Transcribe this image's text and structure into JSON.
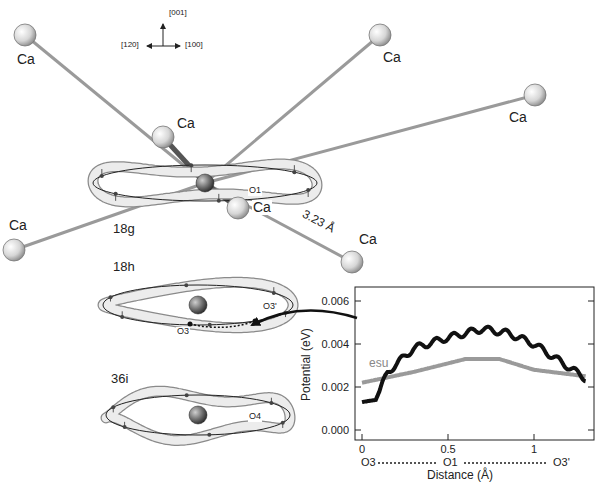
{
  "diagram": {
    "labels": [
      "[001]",
      "[120]",
      "[100]",
      "Ca",
      "Ca",
      "Ca",
      "Ca",
      "18g",
      "O1",
      "Ca",
      "Ca",
      "3.23 Å",
      "Ca",
      "18h",
      "O3",
      "O3'",
      "36i",
      "O4",
      "0.006",
      "0.004",
      "0.002",
      "0.000",
      "Potential (eV)",
      "esu",
      "0",
      "0.5",
      "1",
      "O3",
      "O1",
      "O3'",
      "Distance (Å)"
    ]
  }
}
